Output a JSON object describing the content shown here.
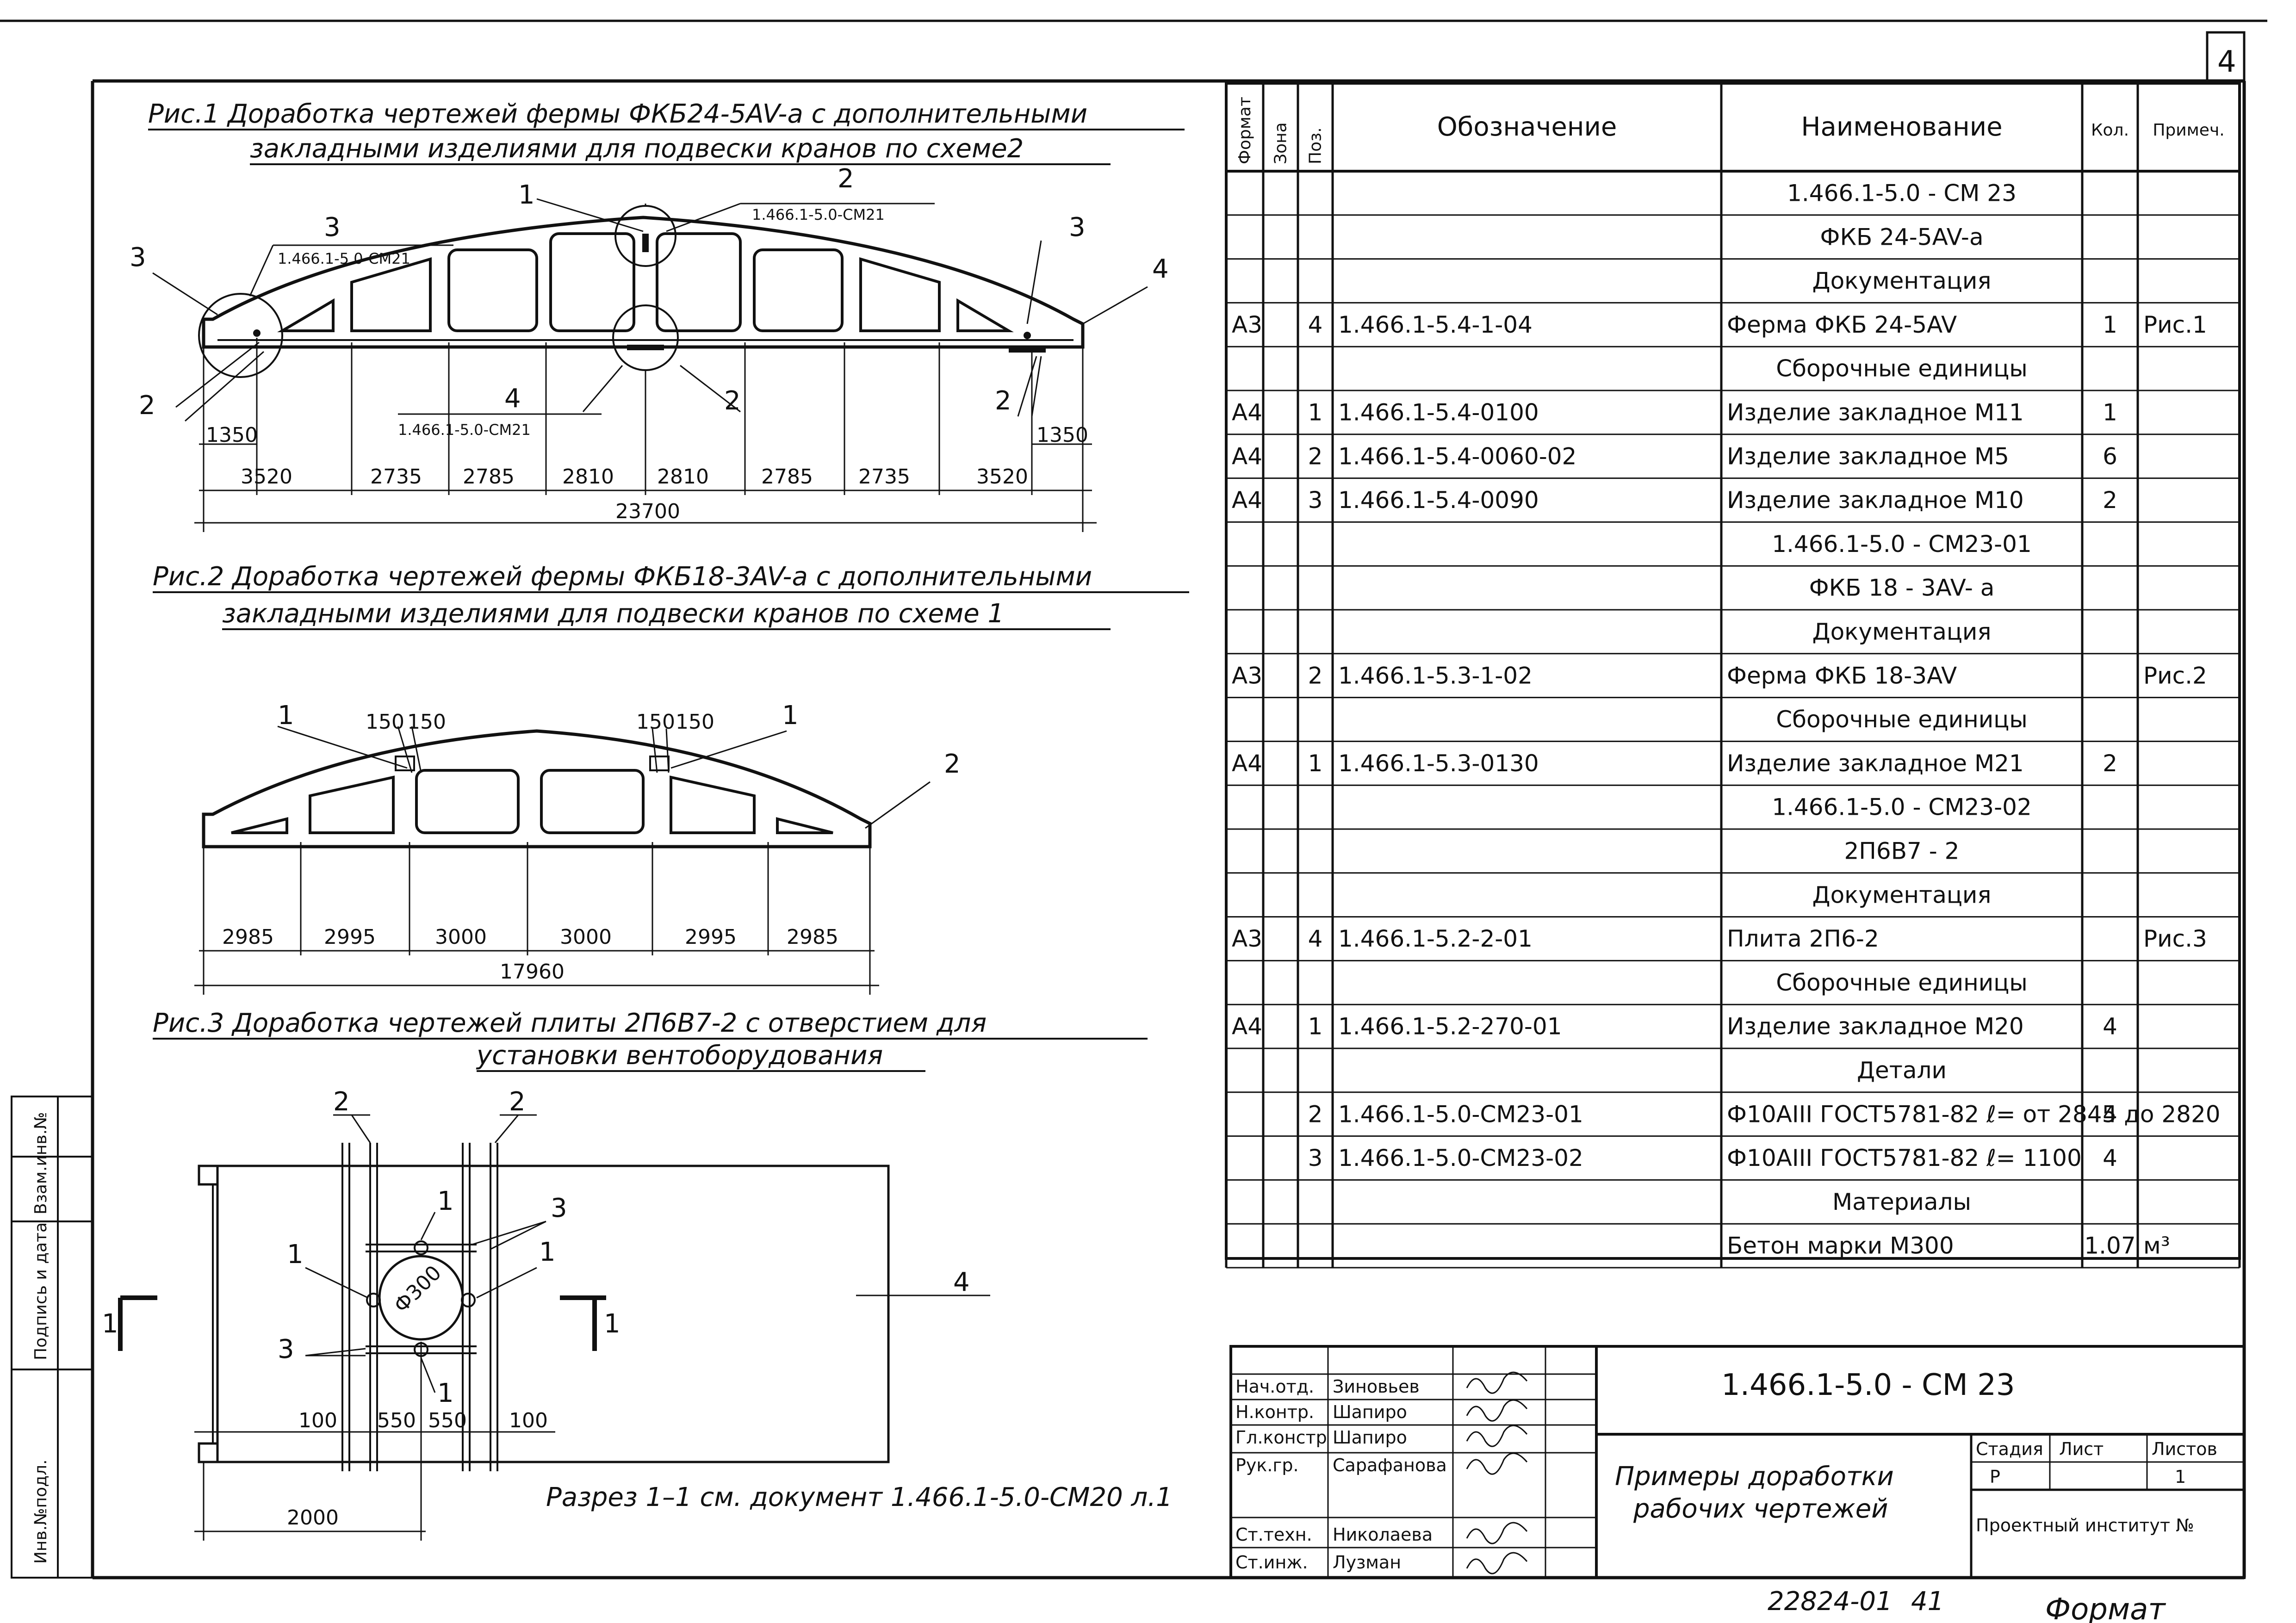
{
  "sheet": {
    "page_number": "4",
    "archive_number": "22824-01",
    "archive_page": "41",
    "format_label": "Формат"
  },
  "figures": {
    "fig1": {
      "title_line1": "Рис.1 Доработка чертежей фермы ФКБ24-5AV-a с дополнительными",
      "title_line2": "закладными изделиями для подвески кранов по схеме2",
      "callouts": [
        "1",
        "2",
        "3",
        "3",
        "3",
        "2",
        "4",
        "2",
        "4",
        "2"
      ],
      "refs": [
        "1.466.1-5.0-СМ21",
        "1.466.1-5.0-СМ21",
        "1.466.1-5.0-СМ21"
      ],
      "spans": [
        "3520",
        "2735",
        "2785",
        "2810",
        "2810",
        "2785",
        "2735",
        "3520"
      ],
      "edge_dims": [
        "1350",
        "1350"
      ],
      "total": "23700"
    },
    "fig2": {
      "title_line1": "Рис.2 Доработка чертежей фермы ФКБ18-3AV-a с дополнительными",
      "title_line2": "закладными изделиями для подвески кранов по схеме 1",
      "callouts": [
        "1",
        "1",
        "2"
      ],
      "top_dims": [
        "150",
        "150",
        "150",
        "150"
      ],
      "spans": [
        "2985",
        "2995",
        "3000",
        "3000",
        "2995",
        "2985"
      ],
      "total": "17960"
    },
    "fig3": {
      "title_line1": "Рис.3 Доработка чертежей плиты 2П6В7-2 с отверстием для",
      "title_line2": "установки вентоборудования",
      "callouts": [
        "2",
        "2",
        "1",
        "3",
        "1",
        "1",
        "3",
        "1",
        "4"
      ],
      "hole": "Ф300",
      "section_marks": [
        "1",
        "1"
      ],
      "dims": [
        "100",
        "550",
        "550",
        "100",
        "2000"
      ],
      "note": "Разрез 1–1 см. документ 1.466.1-5.0-СМ20 л.1"
    }
  },
  "spec_table": {
    "headers": [
      "Формат",
      "Зона",
      "Поз.",
      "Обозначение",
      "Наименование",
      "Кол.",
      "Примеч."
    ],
    "rows": [
      [
        "",
        "",
        "",
        "",
        "1.466.1-5.0 - СМ 23",
        "",
        ""
      ],
      [
        "",
        "",
        "",
        "",
        "ФКБ 24-5AV-a",
        "",
        ""
      ],
      [
        "",
        "",
        "",
        "",
        "Документация",
        "",
        ""
      ],
      [
        "А3",
        "",
        "4",
        "1.466.1-5.4-1-04",
        "Ферма ФКБ 24-5AV",
        "1",
        "Рис.1"
      ],
      [
        "",
        "",
        "",
        "",
        "Сборочные единицы",
        "",
        ""
      ],
      [
        "А4",
        "",
        "1",
        "1.466.1-5.4-0100",
        "Изделие закладное М11",
        "1",
        ""
      ],
      [
        "А4",
        "",
        "2",
        "1.466.1-5.4-0060-02",
        "Изделие закладное М5",
        "6",
        ""
      ],
      [
        "А4",
        "",
        "3",
        "1.466.1-5.4-0090",
        "Изделие закладное М10",
        "2",
        ""
      ],
      [
        "",
        "",
        "",
        "",
        "1.466.1-5.0 - СМ23-01",
        "",
        ""
      ],
      [
        "",
        "",
        "",
        "",
        "ФКБ 18 - 3AV- a",
        "",
        ""
      ],
      [
        "",
        "",
        "",
        "",
        "Документация",
        "",
        ""
      ],
      [
        "А3",
        "",
        "2",
        "1.466.1-5.3-1-02",
        "Ферма ФКБ 18-3AV",
        "",
        "Рис.2"
      ],
      [
        "",
        "",
        "",
        "",
        "Сборочные единицы",
        "",
        ""
      ],
      [
        "А4",
        "",
        "1",
        "1.466.1-5.3-0130",
        "Изделие закладное М21",
        "2",
        ""
      ],
      [
        "",
        "",
        "",
        "",
        "1.466.1-5.0 - СМ23-02",
        "",
        ""
      ],
      [
        "",
        "",
        "",
        "",
        "2П6В7 - 2",
        "",
        ""
      ],
      [
        "",
        "",
        "",
        "",
        "Документация",
        "",
        ""
      ],
      [
        "А3",
        "",
        "4",
        "1.466.1-5.2-2-01",
        "Плита 2П6-2",
        "",
        "Рис.3"
      ],
      [
        "",
        "",
        "",
        "",
        "Сборочные единицы",
        "",
        ""
      ],
      [
        "А4",
        "",
        "1",
        "1.466.1-5.2-270-01",
        "Изделие закладное М20",
        "4",
        ""
      ],
      [
        "",
        "",
        "",
        "",
        "Детали",
        "",
        ""
      ],
      [
        "",
        "",
        "2",
        "1.466.1-5.0-СМ23-01",
        "Ф10АIII ГОСТ5781-82 ℓ= от 2845 до 2820",
        "4",
        ""
      ],
      [
        "",
        "",
        "3",
        "1.466.1-5.0-СМ23-02",
        "Ф10АIII ГОСТ5781-82 ℓ= 1100",
        "4",
        ""
      ],
      [
        "",
        "",
        "",
        "",
        "Материалы",
        "",
        ""
      ],
      [
        "",
        "",
        "",
        "",
        "Бетон марки М300",
        "1.07",
        "м³"
      ]
    ]
  },
  "title_block": {
    "roles": [
      "Нач.отд.",
      "Н.контр.",
      "Гл.констр",
      "Рук.гр.",
      "",
      "Ст.техн.",
      "Ст.инж."
    ],
    "names": [
      "Зиновьев",
      "Шапиро",
      "Шапиро",
      "Сарафанова",
      "",
      "Николаева",
      "Лузман"
    ],
    "designation": "1.466.1-5.0 - СМ 23",
    "title_line1": "Примеры доработки",
    "title_line2": "рабочих чертежей",
    "stage_label": "Стадия",
    "sheet_label": "Лист",
    "sheets_label": "Листов",
    "stage": "Р",
    "sheets": "1",
    "organization": "Проектный институт №"
  },
  "side_stamp": [
    "Инв.№подл.",
    "Подпись и дата",
    "Взам.инв.№"
  ]
}
